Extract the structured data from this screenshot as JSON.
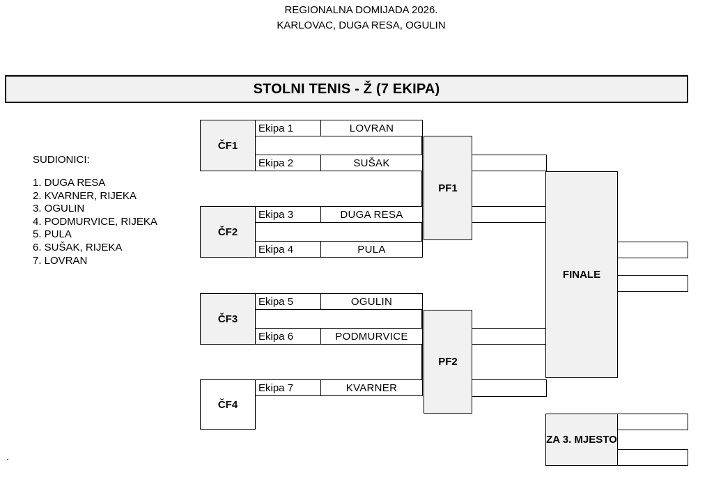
{
  "header": {
    "line1": "REGIONALNA DOMIJADA 2026.",
    "line2": "KARLOVAC, DUGA RESA, OGULIN"
  },
  "title": "STOLNI TENIS - Ž (7 EKIPA)",
  "participants": {
    "heading": "SUDIONICI:",
    "items": [
      "1. DUGA RESA",
      "2. KVARNER, RIJEKA",
      "3. OGULIN",
      "4. PODMURVICE, RIJEKA",
      "5. PULA",
      "6. SUŠAK, RIJEKA",
      "7. LOVRAN"
    ]
  },
  "bracket": {
    "cf1": {
      "label": "ČF1",
      "match1": {
        "slot": "Ekipa 1",
        "team": "LOVRAN"
      },
      "match2": {
        "slot": "Ekipa 2",
        "team": "SUŠAK"
      }
    },
    "cf2": {
      "label": "ČF2",
      "match1": {
        "slot": "Ekipa 3",
        "team": "DUGA RESA"
      },
      "match2": {
        "slot": "Ekipa 4",
        "team": "PULA"
      }
    },
    "cf3": {
      "label": "ČF3",
      "match1": {
        "slot": "Ekipa 5",
        "team": "OGULIN"
      },
      "match2": {
        "slot": "Ekipa 6",
        "team": "PODMURVICE"
      }
    },
    "cf4": {
      "label": "ČF4",
      "match1": {
        "slot": "Ekipa 7",
        "team": "KVARNER"
      }
    },
    "pf1": {
      "label": "PF1"
    },
    "pf2": {
      "label": "PF2"
    },
    "finale": {
      "label": "FINALE"
    },
    "third_place": {
      "label": "ZA 3. MJESTO"
    }
  },
  "colors": {
    "box_fill": "#f1f1f1",
    "border": "#000000"
  },
  "stray_dot": "."
}
